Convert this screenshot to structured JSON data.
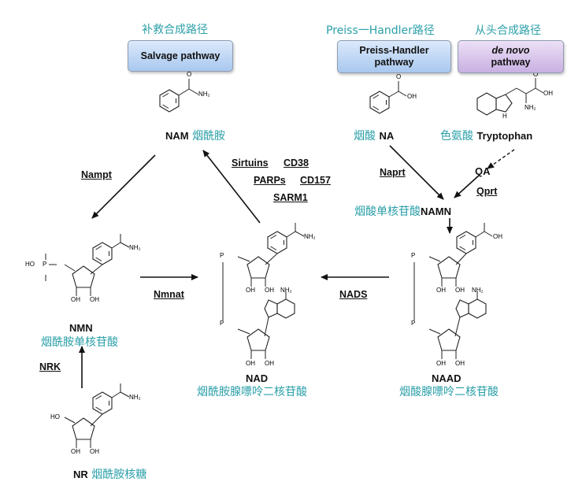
{
  "pathways": {
    "salvage": {
      "cn": "补救合成路径",
      "label": "Salvage pathway"
    },
    "preiss": {
      "cn": "Preiss一Handler路径",
      "label_line1": "Preiss-Handler",
      "label_line2": "pathway"
    },
    "denovo": {
      "cn": "从头合成路径",
      "label_line1": "de novo",
      "label_line2": "pathway"
    }
  },
  "compounds": {
    "nam": {
      "label": "NAM",
      "cn": "烟酰胺"
    },
    "na": {
      "cn": "烟酸",
      "label": "NA"
    },
    "trp": {
      "cn": "色氨酸",
      "label": "Tryptophan"
    },
    "qa": {
      "label": "QA"
    },
    "namn": {
      "cn": "烟酸单核苷酸",
      "label": "NAMN"
    },
    "nmn": {
      "label": "NMN",
      "cn": "烟酰胺单核苷酸"
    },
    "nad": {
      "label": "NAD",
      "cn": "烟酰胺腺嘌呤二核苷酸"
    },
    "naad": {
      "label": "NAAD",
      "cn": "烟酸腺嘌呤二核苷酸"
    },
    "nr": {
      "label": "NR",
      "cn": "烟酰胺核糖"
    }
  },
  "enzymes": {
    "nampt": "Nampt",
    "sirtuins": "Sirtuins",
    "cd38": "CD38",
    "parps": "PARPs",
    "cd157": "CD157",
    "sarm1": "SARM1",
    "naprt": "Naprt",
    "qprt": "Qprt",
    "nmnat": "Nmnat",
    "nads": "NADS",
    "nrk": "NRK"
  },
  "structure_atoms": {
    "nh2": "NH₂",
    "oh": "OH",
    "o": "O",
    "n": "N",
    "p": "P",
    "ho": "HO",
    "h": "H"
  }
}
